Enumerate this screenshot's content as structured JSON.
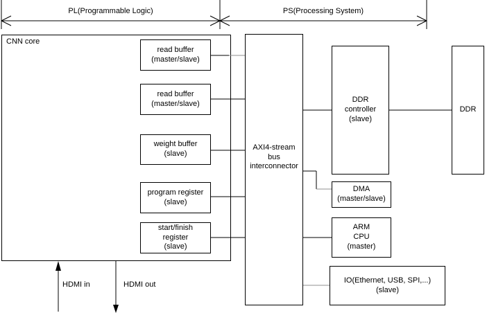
{
  "header": {
    "pl_label": "PL(Programmable Logic)",
    "ps_label": "PS(Processing System)"
  },
  "pl": {
    "cnn_core_label": "CNN core",
    "read_buffer_1": "read buffer\n(master/slave)",
    "read_buffer_2": "read buffer\n(master/slave)",
    "weight_buffer": "weight buffer\n(slave)",
    "program_register": "program register\n(slave)",
    "start_finish_register": "start/finish\nregister\n(slave)"
  },
  "ps": {
    "axi_interconnect": "AXI4-stream\nbus\ninterconnector",
    "ddr_controller": "DDR\ncontroller\n(slave)",
    "dma": "DMA\n(master/slave)",
    "arm_cpu": "ARM\nCPU\n(master)",
    "io": "IO(Ethernet, USB, SPI,...)\n(slave)",
    "ddr": "DDR"
  },
  "hdmi": {
    "in_label": "HDMI in",
    "out_label": "HDMI out"
  },
  "colors": {
    "line": "#000000",
    "line_secondary": "#8f8f8f",
    "background": "#ffffff"
  }
}
